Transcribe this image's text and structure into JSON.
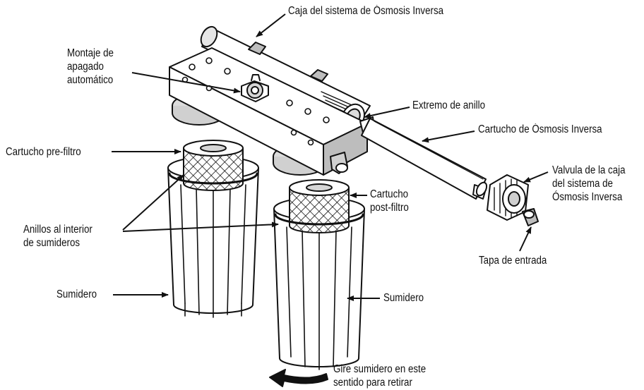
{
  "colors": {
    "ink": "#111111",
    "paper": "#ffffff",
    "shade": "#bdbdbd",
    "mid": "#e2e2e2"
  },
  "labels": {
    "ro_housing": "Caja del sistema de Ósmosis Inversa",
    "auto_shutoff": [
      "Montaje de",
      "apagado",
      "automático"
    ],
    "ring_end": "Extremo de anillo",
    "ro_cartridge": "Cartucho de Ósmosis Inversa",
    "prefilter": "Cartucho pre-filtro",
    "postfilter": [
      "Cartucho",
      "post-filtro"
    ],
    "housing_valve": [
      "Valvula de la caja",
      "del sistema de",
      "Ósmosis Inversa"
    ],
    "rings": [
      "Anillos al interior",
      "de sumideros"
    ],
    "inlet_cap": "Tapa de entrada",
    "sump_left": "Sumidero",
    "sump_right": "Sumidero",
    "rotate": [
      "Gire sumidero en este",
      "sentido para retirar"
    ]
  }
}
